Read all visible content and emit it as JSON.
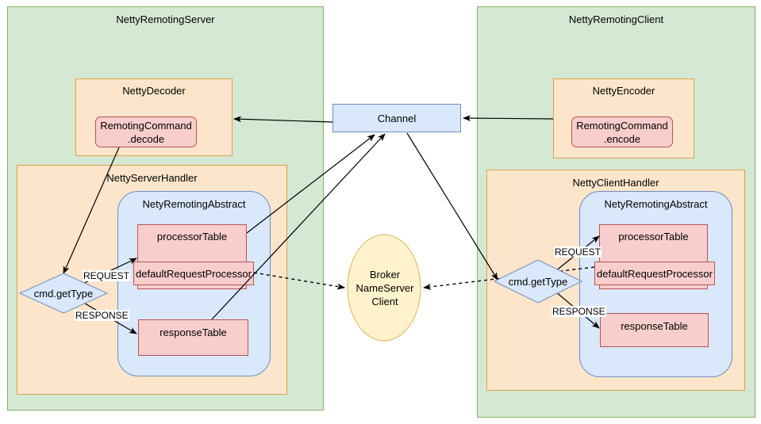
{
  "server": {
    "title": "NettyRemotingServer",
    "decoder": {
      "title": "NettyDecoder",
      "command_line1": "RemotingCommand",
      "command_line2": ".decode"
    },
    "handler": {
      "title": "NettyServerHandler"
    },
    "abstract": {
      "title": "NetyRemotingAbstract",
      "processor_table": "processorTable",
      "default_processor": "defaultRequestProcessor",
      "response_table": "responseTable"
    },
    "decision": "cmd.getType",
    "label_request": "REQUEST",
    "label_response": "RESPONSE"
  },
  "client": {
    "title": "NettyRemotingClient",
    "encoder": {
      "title": "NettyEncoder",
      "command_line1": "RemotingCommand",
      "command_line2": ".encode"
    },
    "handler": {
      "title": "NettyClientHandler"
    },
    "abstract": {
      "title": "NetyRemotingAbstract",
      "processor_table": "processorTable",
      "default_processor": "defaultRequestProcessor",
      "response_table": "responseTable"
    },
    "decision": "cmd.getType",
    "label_request": "REQUEST",
    "label_response": "RESPONSE"
  },
  "channel": "Channel",
  "broker": {
    "line1": "Broker",
    "line2": "NameServer",
    "line3": "Client"
  },
  "colors": {
    "container_fill": "#d5e8d4",
    "container_stroke": "#82b366",
    "module_fill": "#fce5cb",
    "module_stroke": "#d6a54a",
    "abstract_fill": "#dae8fc",
    "abstract_stroke": "#6c8ebf",
    "table_fill": "#f8cecc",
    "table_stroke": "#b85450",
    "ellipse_fill": "#fff2cc",
    "ellipse_stroke": "#d6b656"
  }
}
